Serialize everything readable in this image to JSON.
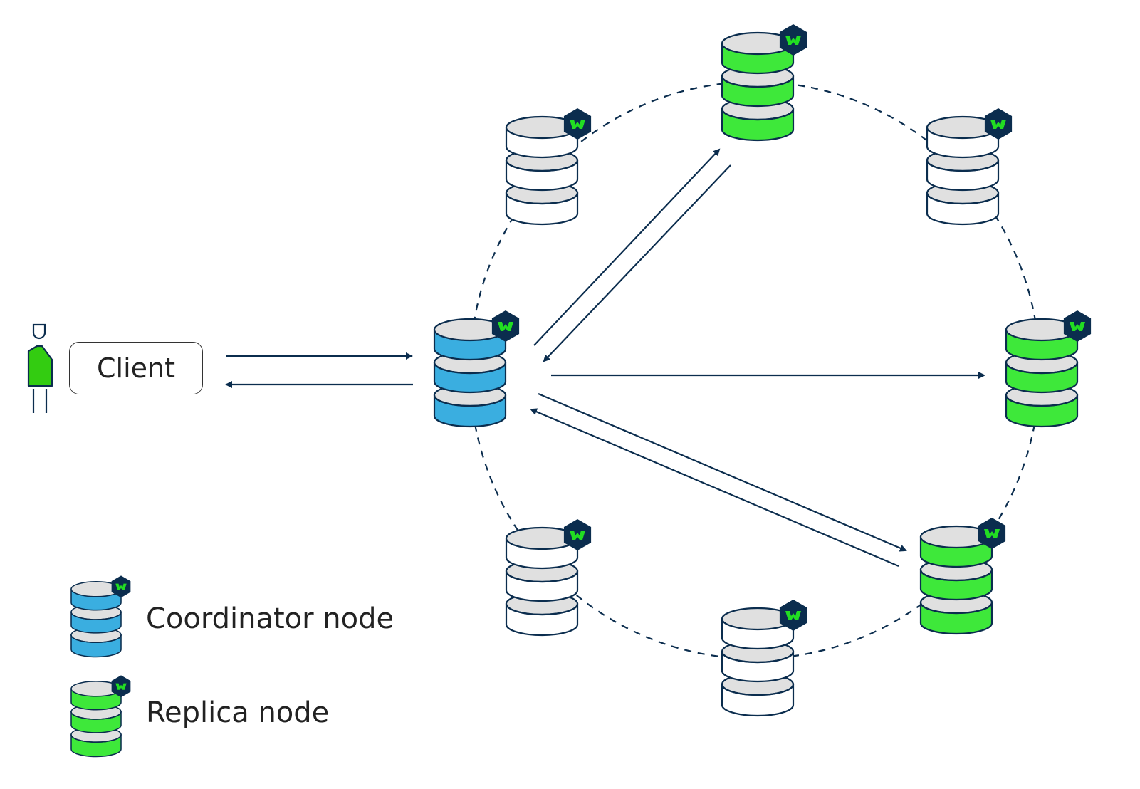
{
  "client": {
    "label": "Client"
  },
  "legend": [
    {
      "label": "Coordinator node",
      "role": "coordinator"
    },
    {
      "label": "Replica node",
      "role": "replica"
    }
  ],
  "colors": {
    "outline": "#0b2d4e",
    "top_face": "#e0e0e0",
    "coordinator": "#3aaee0",
    "replica": "#3ee83a",
    "idle": "#ffffff",
    "badge_bg": "#0b2d4e",
    "badge_glyph": "#22dd22",
    "person": "#33cc11"
  },
  "badge_icon": "weaviate-w-logo-icon",
  "nodes": [
    {
      "id": "top",
      "role": "replica"
    },
    {
      "id": "top-left",
      "role": "idle"
    },
    {
      "id": "top-right",
      "role": "idle"
    },
    {
      "id": "center-left",
      "role": "coordinator"
    },
    {
      "id": "right",
      "role": "replica"
    },
    {
      "id": "bottom-right",
      "role": "replica"
    },
    {
      "id": "bottom-left",
      "role": "idle"
    },
    {
      "id": "bottom",
      "role": "idle"
    }
  ],
  "connections": [
    {
      "from": "client",
      "to": "center-left"
    },
    {
      "from": "center-left",
      "to": "client"
    },
    {
      "from": "center-left",
      "to": "top"
    },
    {
      "from": "top",
      "to": "center-left"
    },
    {
      "from": "center-left",
      "to": "right"
    },
    {
      "from": "center-left",
      "to": "bottom-right"
    },
    {
      "from": "bottom-right",
      "to": "center-left"
    }
  ]
}
